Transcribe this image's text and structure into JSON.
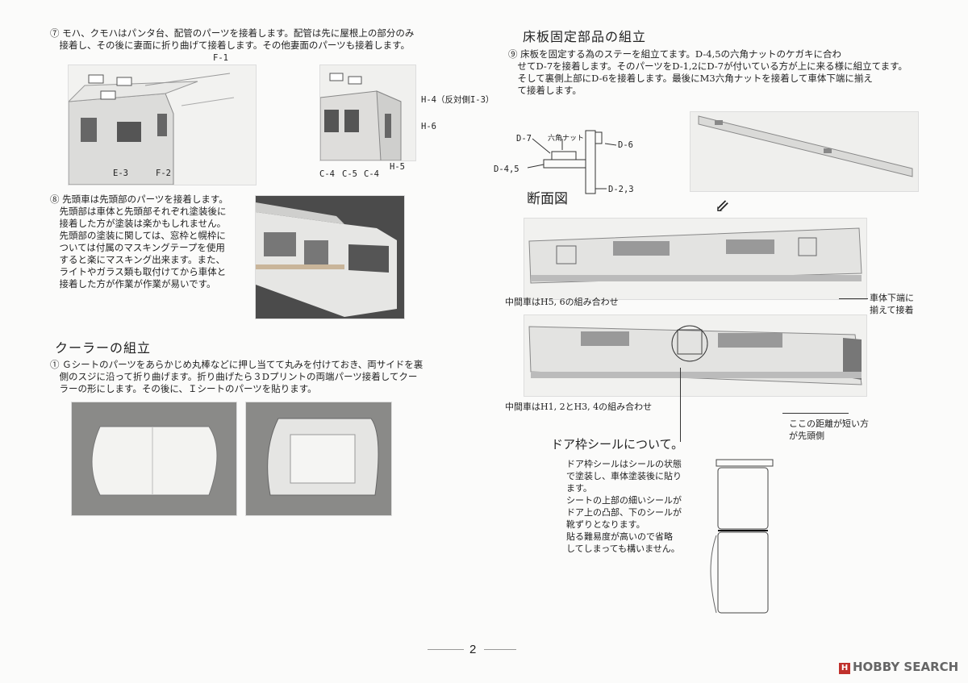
{
  "left": {
    "step7": {
      "text": "⑦ モハ、クモハはパンタ台、配管のパーツを接着します。配管は先に屋根上の部分のみ\n　接着し、その後に妻面に折り曲げて接着します。その他妻面のパーツも接着します。",
      "labels_a": {
        "f1": "F-1",
        "e3": "E-3",
        "f2": "F-2"
      },
      "labels_b": {
        "h4": "H-4（反対側I-3）",
        "h6": "H-6",
        "c4a": "C-4",
        "c5": "C-5",
        "c4b": "C-4",
        "h5": "H-5"
      }
    },
    "step8": {
      "text": "⑧ 先頭車は先頭部のパーツを接着します。\n　先頭部は車体と先頭部それぞれ塗装後に\n　接着した方が塗装は楽かもしれません。\n　先頭部の塗装に関しては、窓枠と幌枠に\n　ついては付属のマスキングテープを使用\n　すると楽にマスキング出来ます。また、\n　ライトやガラス類も取付けてから車体と\n　接着した方が作業が作業が易いです。"
    },
    "cooler": {
      "heading": "クーラーの組立",
      "text": "① Ｇシートのパーツをあらかじめ丸棒などに押し当てて丸みを付けておき、両サイドを裏\n　側のスジに沿って折り曲げます。折り曲げたら３Dプリントの両端パーツ接着してクー\n　ラーの形にします。その後に、Ｉシートのパーツを貼ります。"
    }
  },
  "right": {
    "floor": {
      "heading": "床板固定部品の組立",
      "text": "⑨ 床板を固定する為のステーを組立てます。D-4,5の六角ナットのケガキに合わ\n　せてD-7を接着します。そのパーツをD-1,2にD-7が付いている方が上に来る様に組立てます。\n　そして裏側上部にD-6を接着します。最後にM3六角ナットを接着して車体下端に揃え\n　て接着します。"
    },
    "diagram": {
      "d7": "D-7",
      "nut": "六角ナット",
      "d6": "D-6",
      "d45": "D-4,5",
      "d23": "D-2,3",
      "section": "断面図"
    },
    "car1_caption": "中間車はH5, 6の組み合わせ",
    "car1_note": "車体下端に\n揃えて接着",
    "car2_caption": "中間車はH1, 2とH3, 4の組み合わせ",
    "car2_note": "ここの距離が短い方\nが先頭側",
    "door": {
      "heading": "ドア枠シールについて。",
      "text": "ドア枠シールはシールの状態\nで塗装し、車体塗装後に貼り\nます。\nシートの上部の細いシールが\nドア上の凸部、下のシールが\n靴ずりとなります。\n貼る難易度が高いので省略\nしてしまっても構いません。"
    }
  },
  "footer": {
    "page_number": "2",
    "logo_text": "HOBBY SEARCH",
    "logo_mark": "H"
  }
}
